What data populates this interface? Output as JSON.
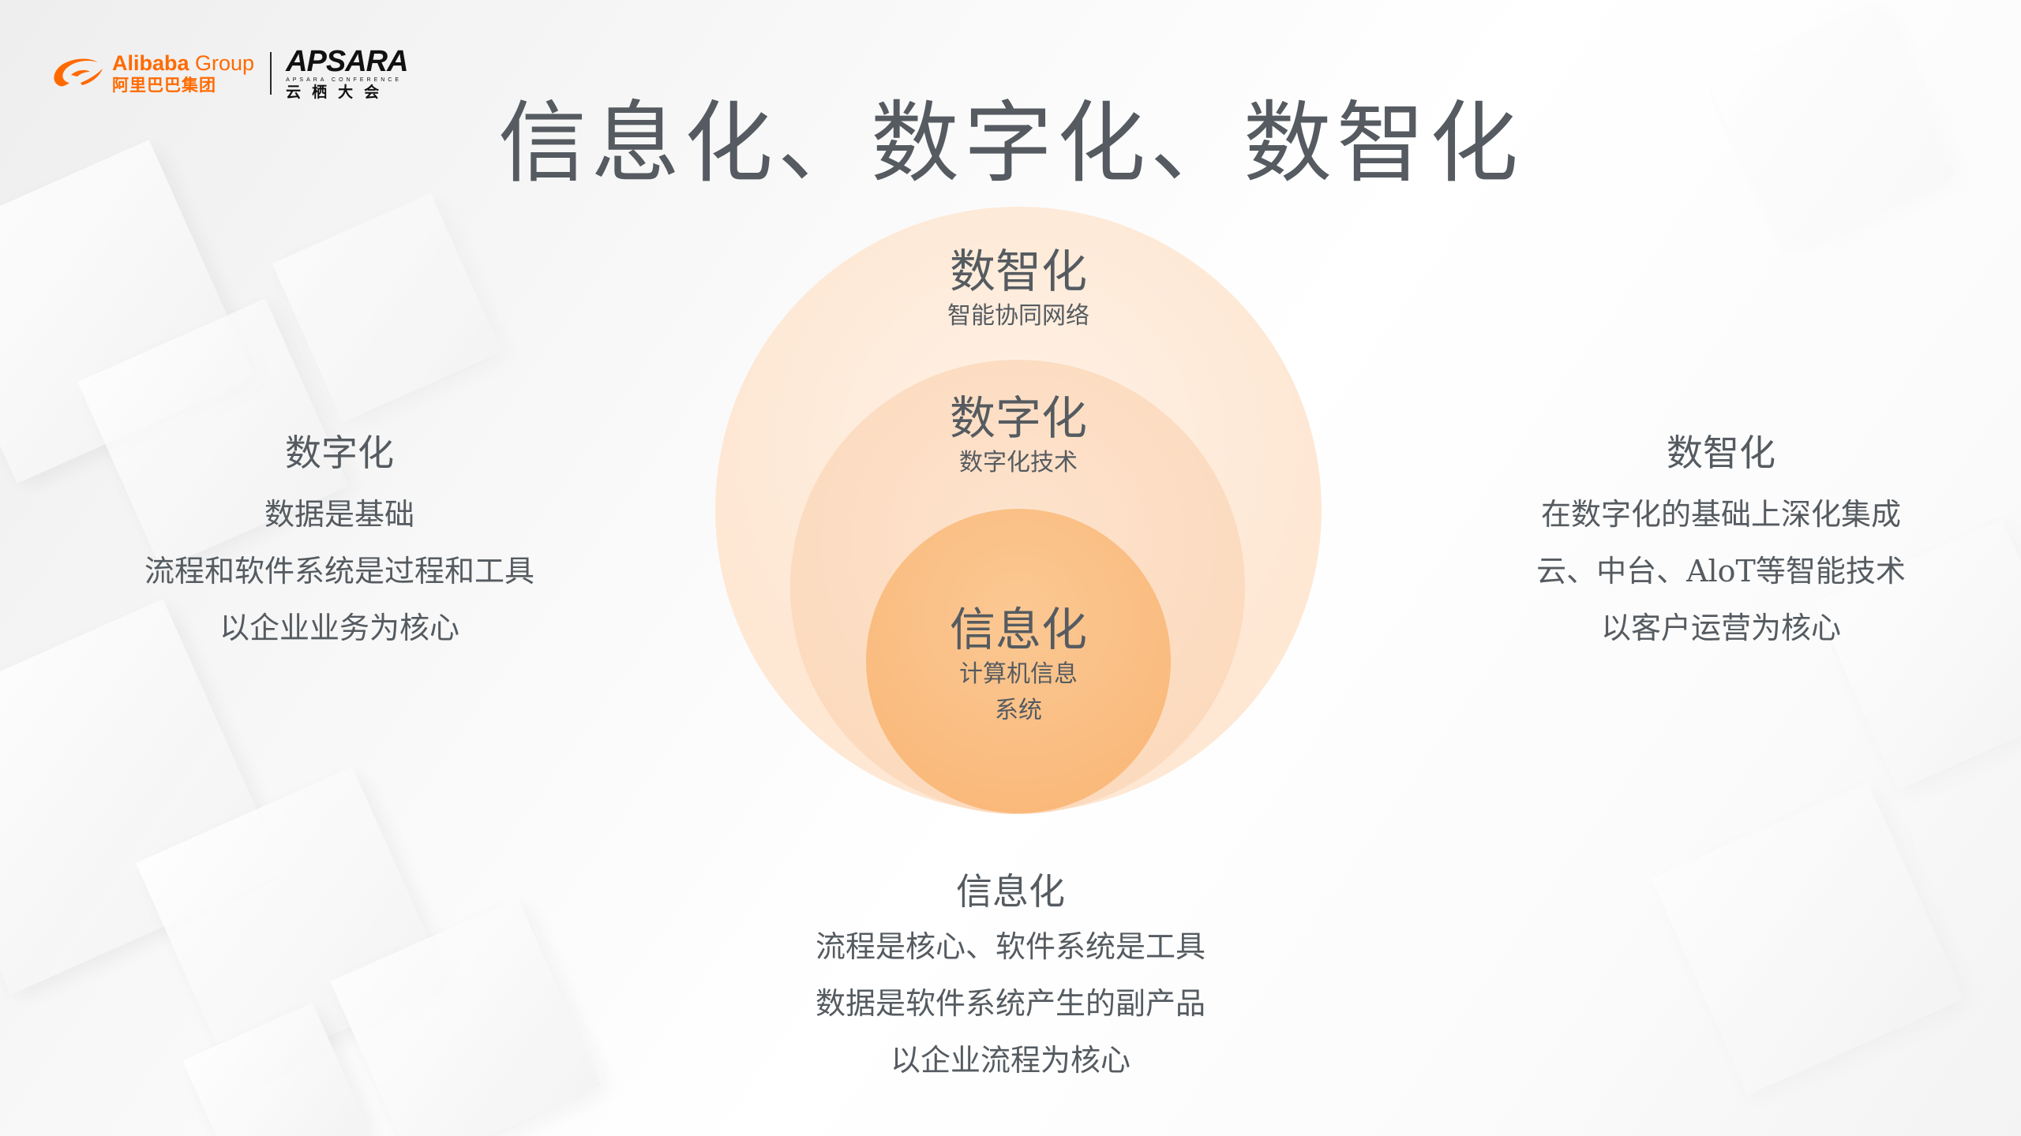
{
  "logo": {
    "alibaba_en_bold": "Alibaba",
    "alibaba_en_light": " Group",
    "alibaba_cn": "阿里巴巴集团",
    "apsara_main": "APSARA",
    "apsara_sub": "APSARA CONFERENCE",
    "apsara_cn": "云栖大会",
    "brand_color": "#ff6a00"
  },
  "title": "信息化、数字化、数智化",
  "circles": {
    "outer": {
      "head": "数智化",
      "sub": "智能协同网络"
    },
    "middle": {
      "head": "数字化",
      "sub": "数字化技术"
    },
    "inner": {
      "head": "信息化",
      "sub_lines": [
        "计算机信息",
        "系统"
      ]
    }
  },
  "panels": {
    "left": {
      "head": "数字化",
      "lines": [
        "数据是基础",
        "流程和软件系统是过程和工具",
        "以企业业务为核心"
      ]
    },
    "right": {
      "head": "数智化",
      "lines": [
        "在数字化的基础上深化集成",
        "云、中台、AloT等智能技术",
        "以客户运营为核心"
      ]
    },
    "bottom": {
      "head": "信息化",
      "lines": [
        "流程是核心、软件系统是工具",
        "数据是软件系统产生的副产品",
        "以企业流程为核心"
      ]
    }
  },
  "colors": {
    "text": "#555b60",
    "outer_circle": "#fee8d5",
    "middle_circle": "#fcd7b8",
    "inner_circle": "#f9b574"
  }
}
